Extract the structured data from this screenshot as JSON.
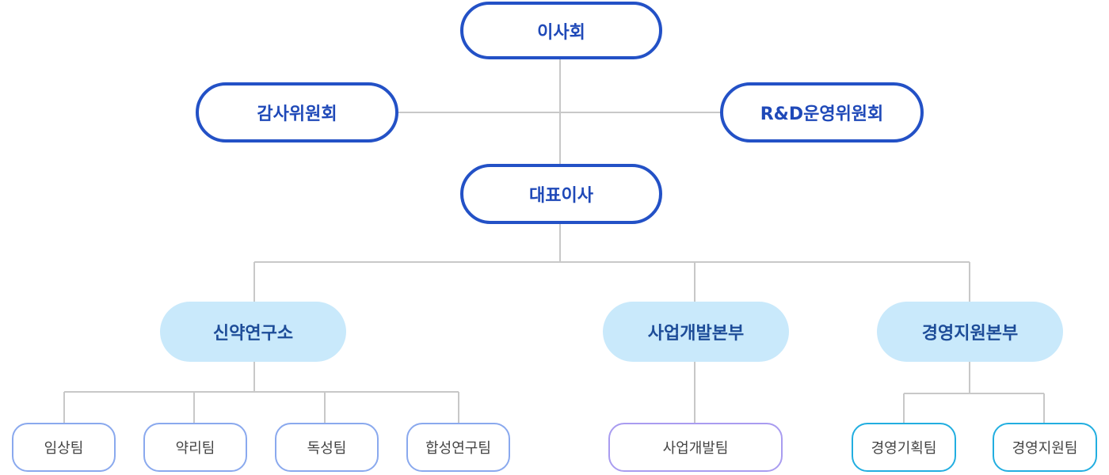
{
  "board": {
    "label": "이사회"
  },
  "audit_committee": {
    "label": "감사위원회"
  },
  "rnd_committee": {
    "label": "R&D운영위원회"
  },
  "ceo": {
    "label": "대표이사"
  },
  "divisions": [
    {
      "label": "신약연구소",
      "teams": [
        "임상팀",
        "약리팀",
        "독성팀",
        "합성연구팀"
      ]
    },
    {
      "label": "사업개발본부",
      "teams": [
        "사업개발팀"
      ]
    },
    {
      "label": "경영지원본부",
      "teams": [
        "경영기획팀",
        "경영지원팀"
      ]
    }
  ],
  "colors": {
    "top_border": "#2351c6",
    "top_text": "#1f49b8",
    "division_fill": "#c9e9fb",
    "division_text": "#1d4c98",
    "team_border_blue": "#8aa9ee",
    "team_border_purple": "#a99cf0",
    "team_border_cyan": "#22aee0",
    "connector": "#c8c8c8"
  }
}
